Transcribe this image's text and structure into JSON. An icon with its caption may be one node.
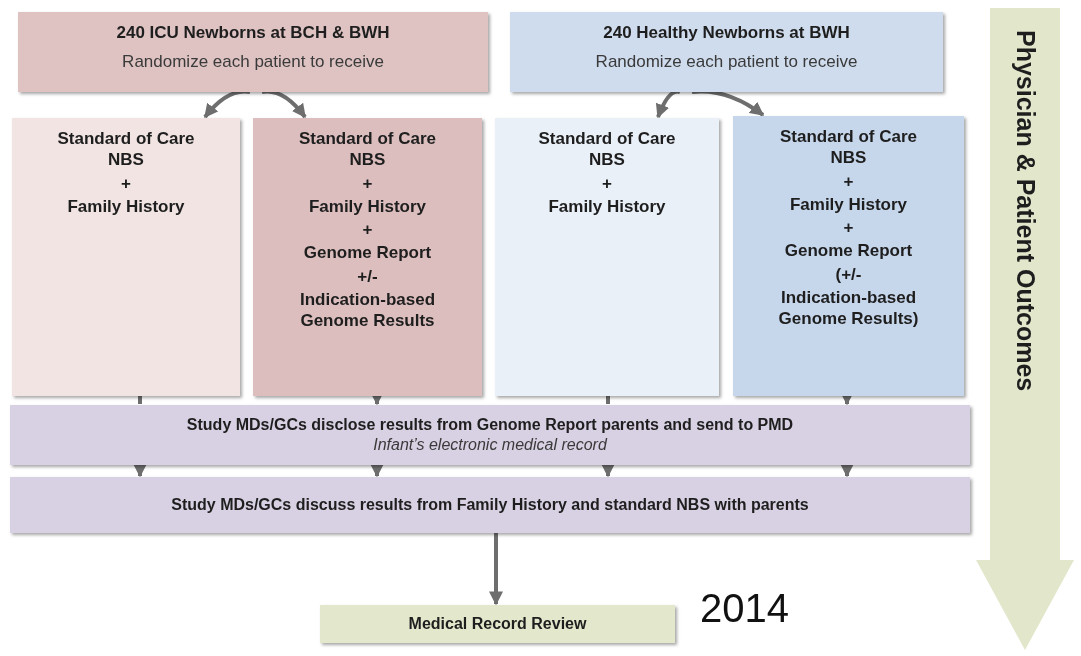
{
  "diagram": {
    "nodes": [
      {
        "text": [
          "240 ICU Newborns at BCH & BWH",
          "Randomize each patient to receive"
        ]
      },
      {
        "text": [
          "240 Healthy Newborns at BWH",
          "Randomize each patient to receive"
        ]
      },
      {
        "text": [
          "Standard of Care NBS",
          "+",
          "Family History"
        ]
      },
      {
        "text": [
          "Standard of Care NBS",
          "+",
          "Family History",
          "+",
          "Genome Report",
          "+/-",
          "Indication-based Genome Results"
        ]
      },
      {
        "text": [
          "Standard of Care NBS",
          "+",
          "Family History"
        ]
      },
      {
        "text": [
          "Standard of Care NBS",
          "+",
          "Family History",
          "+",
          "Genome Report",
          "(+/-",
          "Indication-based Genome Results)"
        ]
      },
      {
        "text": [
          "Study MDs/GCs disclose results from Genome Report parents and send to PMD",
          "Infant’s electronic medical record"
        ]
      },
      {
        "text": [
          "Study MDs/GCs discuss results from Family History and standard NBS with parents"
        ]
      },
      {
        "text": [
          "Medical Record Review"
        ]
      },
      {
        "text": [
          "Physician & Patient Outcomes"
        ]
      }
    ],
    "edges": [
      {
        "from": 0,
        "to": 2,
        "arrow": "to"
      },
      {
        "from": 0,
        "to": 3,
        "arrow": "to"
      },
      {
        "from": 1,
        "to": 4,
        "arrow": "to"
      },
      {
        "from": 1,
        "to": 5,
        "arrow": "to"
      },
      {
        "from": 2,
        "to": 6,
        "arrow": "none"
      },
      {
        "from": 3,
        "to": 6,
        "arrow": "to"
      },
      {
        "from": 4,
        "to": 6,
        "arrow": "none"
      },
      {
        "from": 5,
        "to": 6,
        "arrow": "to"
      },
      {
        "from": 6,
        "to": 7,
        "arrow": "to"
      },
      {
        "from": 6,
        "to": 7,
        "arrow": "to"
      },
      {
        "from": 6,
        "to": 7,
        "arrow": "to"
      },
      {
        "from": 6,
        "to": 7,
        "arrow": "to"
      },
      {
        "from": 7,
        "to": 8,
        "arrow": "to"
      }
    ],
    "labels": [
      "2014"
    ]
  }
}
